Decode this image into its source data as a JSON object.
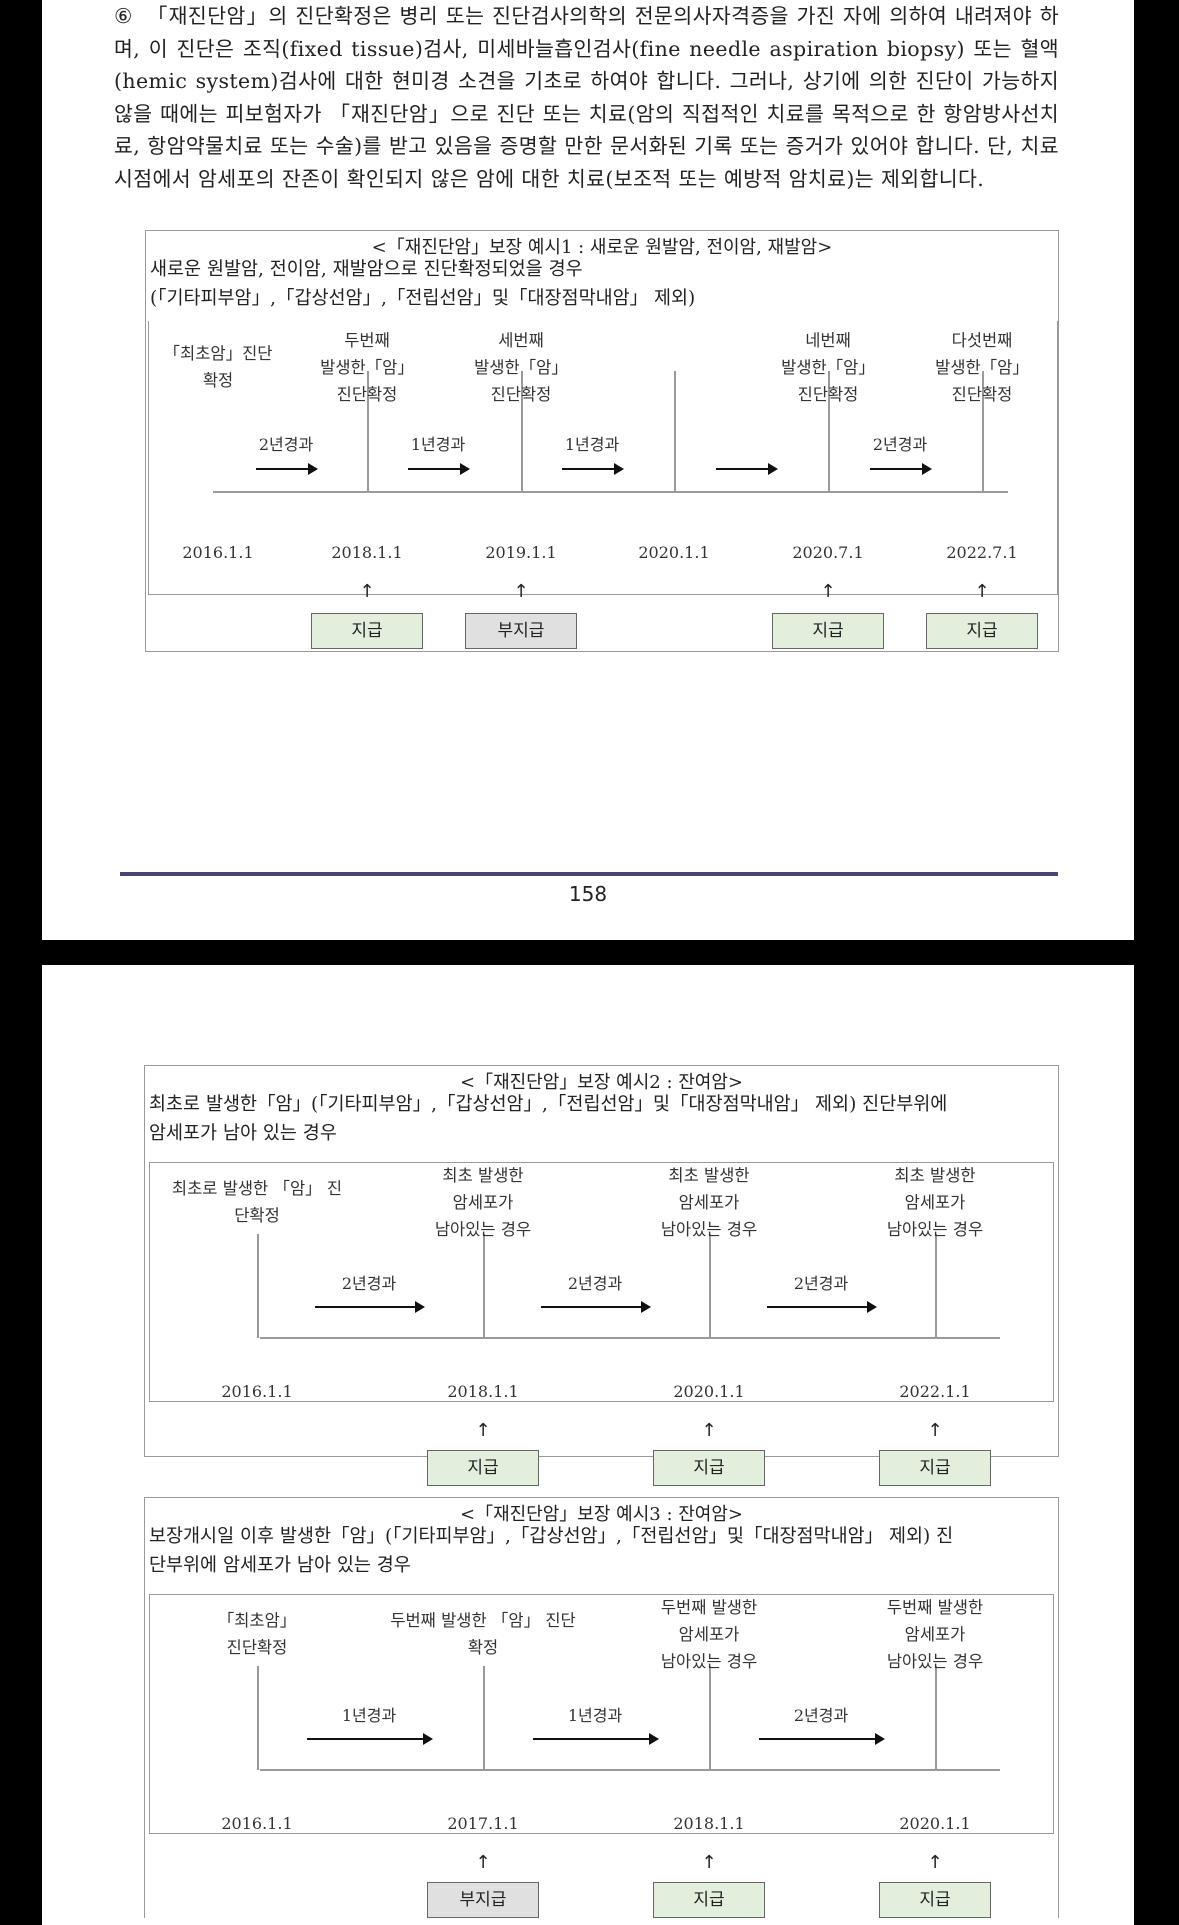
{
  "page1": {
    "paragraph": {
      "marker": "⑥",
      "text": "「재진단암」의 진단확정은 병리 또는 진단검사의학의 전문의사자격증을 가진 자에 의하여 내려져야 하며, 이 진단은 조직(fixed tissue)검사, 미세바늘흡인검사(fine needle aspiration biopsy) 또는 혈액(hemic system)검사에 대한 현미경 소견을 기초로 하여야 합니다. 그러나, 상기에 의한 진단이 가능하지 않을 때에는 피보험자가 「재진단암」으로 진단 또는 치료(암의 직접적인 치료를 목적으로 한 항암방사선치료, 항암약물치료 또는 수술)를 받고 있음을 증명할 만한 문서화된 기록 또는 증거가 있어야 합니다. 단, 치료시점에서 암세포의 잔존이 확인되지 않은 암에 대한 치료(보조적 또는 예방적 암치료)는 제외합니다."
    },
    "example1": {
      "title": "<「재진단암」보장 예시1 : 새로운 원발암, 전이암, 재발암>",
      "desc_line1": "새로운 원발암, 전이암, 재발암으로 진단확정되었을 경우",
      "desc_line2": "(「기타피부암」,「갑상선암」,「전립선암」및「대장점막내암」 제외)",
      "events": [
        {
          "label": [
            "「최초암」진단",
            "확정"
          ],
          "date": "2016.1.1"
        },
        {
          "label": [
            "두번째",
            "발생한「암」",
            "진단확정"
          ],
          "date": "2018.1.1",
          "status": "지급"
        },
        {
          "label": [
            "세번째",
            "발생한「암」",
            "진단확정"
          ],
          "date": "2019.1.1",
          "status": "부지급"
        },
        {
          "label": [],
          "date": "2020.1.1"
        },
        {
          "label": [
            "네번째",
            "발생한「암」",
            "진단확정"
          ],
          "date": "2020.7.1",
          "status": "지급"
        },
        {
          "label": [
            "다섯번째",
            "발생한「암」",
            "진단확정"
          ],
          "date": "2022.7.1",
          "status": "지급"
        }
      ],
      "durations": [
        "2년경과",
        "1년경과",
        "1년경과",
        "",
        "2년경과"
      ]
    },
    "page_number": "158"
  },
  "page2": {
    "example2": {
      "title": "<「재진단암」보장 예시2 : 잔여암>",
      "desc_line1": "최초로 발생한「암」(「기타피부암」,「갑상선암」,「전립선암」및「대장점막내암」 제외) 진단부위에",
      "desc_line2": "암세포가 남아 있는 경우",
      "events": [
        {
          "label": [
            "최초로 발생한 「암」 진",
            "단확정"
          ],
          "date": "2016.1.1"
        },
        {
          "label": [
            "최초 발생한",
            "암세포가",
            "남아있는 경우"
          ],
          "date": "2018.1.1",
          "status": "지급"
        },
        {
          "label": [
            "최초 발생한",
            "암세포가",
            "남아있는 경우"
          ],
          "date": "2020.1.1",
          "status": "지급"
        },
        {
          "label": [
            "최초 발생한",
            "암세포가",
            "남아있는 경우"
          ],
          "date": "2022.1.1",
          "status": "지급"
        }
      ],
      "durations": [
        "2년경과",
        "2년경과",
        "2년경과"
      ]
    },
    "example3": {
      "title": "<「재진단암」보장 예시3 : 잔여암>",
      "desc_line1": "보장개시일 이후 발생한「암」(「기타피부암」,「갑상선암」,「전립선암」및「대장점막내암」 제외) 진",
      "desc_line2": "단부위에 암세포가 남아 있는 경우",
      "events": [
        {
          "label": [
            "「최초암」",
            "진단확정"
          ],
          "date": "2016.1.1"
        },
        {
          "label": [
            "두번째 발생한 「암」 진단",
            "확정"
          ],
          "date": "2017.1.1",
          "status": "부지급"
        },
        {
          "label": [
            "두번째 발생한",
            "암세포가",
            "남아있는 경우"
          ],
          "date": "2018.1.1",
          "status": "지급"
        },
        {
          "label": [
            "두번째 발생한",
            "암세포가",
            "남아있는 경우"
          ],
          "date": "2020.1.1",
          "status": "지급"
        }
      ],
      "durations": [
        "1년경과",
        "1년경과",
        "2년경과"
      ]
    }
  },
  "colors": {
    "pay_bg": "#e2efdc",
    "nopay_bg": "#e0e0e0",
    "footer_line": "#4a4870"
  }
}
